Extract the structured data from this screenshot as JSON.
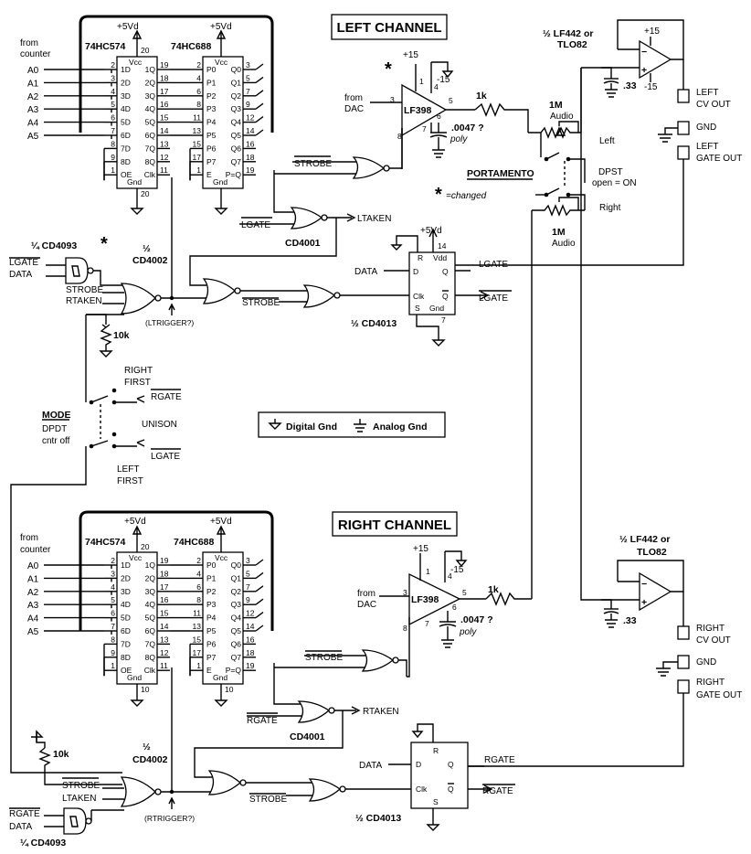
{
  "titles": {
    "left": "LEFT CHANNEL",
    "right": "RIGHT CHANNEL"
  },
  "chips": {
    "hc574": "74HC574",
    "hc688": "74HC688",
    "lf398": "LF398",
    "cd4001": "CD4001",
    "cd4002_half": "½",
    "cd4002": "CD4002",
    "cd4093": "¼ CD4093",
    "cd4013": "½ CD4013",
    "opamp_l1": "½ LF442 or",
    "opamp_l2": "TLO82"
  },
  "supply": {
    "vd": "+5Vd",
    "p15": "+15",
    "m15": "-15",
    "pin20": "20",
    "pin10": "10"
  },
  "from_counter": [
    "from",
    "counter"
  ],
  "from_dac": [
    "from",
    "DAC"
  ],
  "addr": [
    "A0",
    "A1",
    "A2",
    "A3",
    "A4",
    "A5"
  ],
  "hc574_pins_left": [
    "2",
    "3",
    "4",
    "5",
    "6",
    "7",
    "8",
    "9",
    "1"
  ],
  "hc574_labels_left": [
    "1D",
    "2D",
    "3D",
    "4D",
    "5D",
    "6D",
    "7D",
    "8D",
    "OE"
  ],
  "hc574_pins_right": [
    "19",
    "18",
    "17",
    "16",
    "15",
    "14",
    "13",
    "12",
    "11"
  ],
  "hc574_labels_right": [
    "1Q",
    "2Q",
    "3Q",
    "4Q",
    "5Q",
    "6Q",
    "7Q",
    "8Q",
    "Clk"
  ],
  "hc688_pins_left": [
    "2",
    "4",
    "6",
    "8",
    "11",
    "13",
    "15",
    "17",
    "1"
  ],
  "hc688_labels_left": [
    "P0",
    "P1",
    "P2",
    "P3",
    "P4",
    "P5",
    "P6",
    "P7",
    "E"
  ],
  "hc688_pins_right": [
    "3",
    "5",
    "7",
    "9",
    "12",
    "14",
    "16",
    "18",
    "19"
  ],
  "hc688_labels_right": [
    "Q0",
    "Q1",
    "Q2",
    "Q3",
    "Q4",
    "Q5",
    "Q6",
    "Q7",
    "P=Q"
  ],
  "chip_common": {
    "vcc": "Vcc",
    "gnd": "Gnd"
  },
  "lf398_pins": {
    "p1": "1",
    "p3": "3",
    "p4": "4",
    "p5": "5",
    "p6": "6",
    "p7": "7",
    "p8": "8"
  },
  "components": {
    "r1k": "1k",
    "cap_hold": ".0047 ?",
    "cap_hold_type": "poly",
    "pot_l": "1M",
    "pot_l2": "Audio",
    "pot_r": "1M",
    "pot_r2": "Audio",
    "cap_33": ".33",
    "r10k": "10k"
  },
  "labels": {
    "strobe": "STROBE",
    "lgate": "LGATE",
    "rgate": "RGATE",
    "ltaken": "LTAKEN",
    "rtaken": "RTAKEN",
    "data": "DATA",
    "ltrigger": "(LTRIGGER?)",
    "rtrigger": "(RTRIGGER?)",
    "left_word": "Left",
    "right_word": "Right",
    "portamento": "PORTAMENTO",
    "dpst": "DPST",
    "dpst2": "open = ON",
    "changed": "=changed",
    "mode": "MODE",
    "dpdt": "DPDT",
    "cntr": "cntr off",
    "right_first": [
      "RIGHT",
      "FIRST"
    ],
    "left_first": [
      "LEFT",
      "FIRST"
    ],
    "unison": "UNISON",
    "ff_r": "R",
    "ff_s": "S",
    "ff_d": "D",
    "ff_clk": "Clk",
    "ff_q": "Q",
    "ff_qbar": "Q",
    "ff_vdd": "Vdd",
    "ff_gnd": "Gnd",
    "pin14": "14",
    "pin7": "7"
  },
  "outputs": {
    "left_cv": [
      "LEFT",
      "CV OUT"
    ],
    "gnd": "GND",
    "left_gate": [
      "LEFT",
      "GATE OUT"
    ],
    "right_cv": [
      "RIGHT",
      "CV OUT"
    ],
    "right_gate": [
      "RIGHT",
      "GATE OUT"
    ]
  },
  "legend": {
    "digital": "Digital Gnd",
    "analog": "Analog Gnd"
  }
}
